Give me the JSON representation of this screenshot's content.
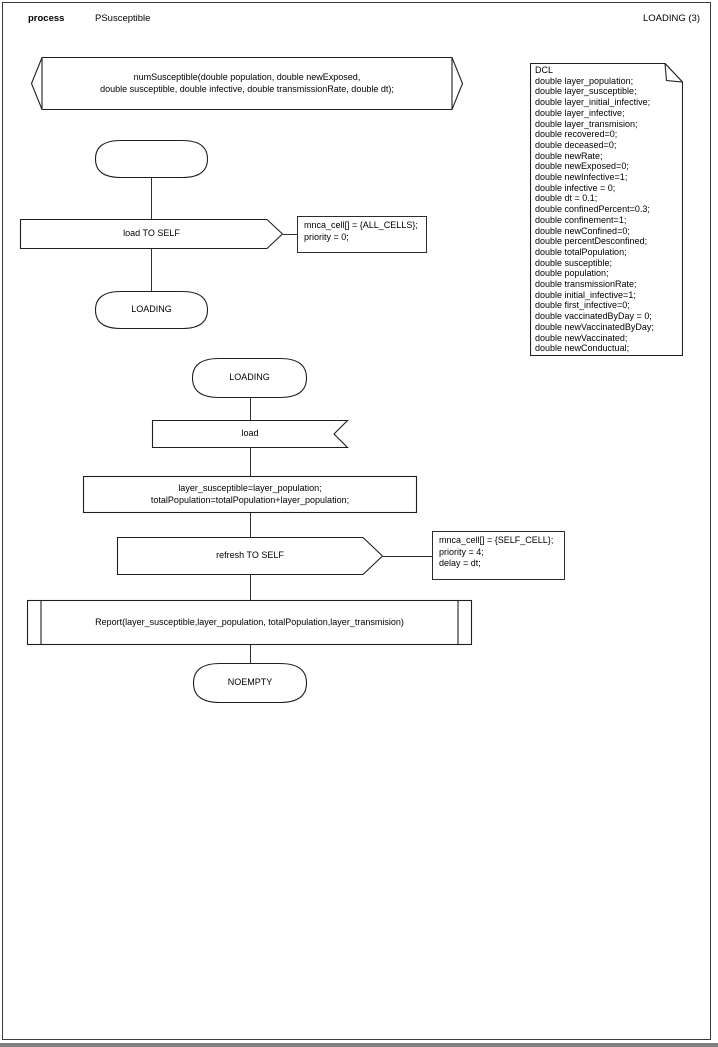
{
  "header": {
    "kind_label": "process",
    "process_name": "PSusceptible",
    "page_label": "LOADING (3)"
  },
  "diagram": {
    "procedure_signature": {
      "text": "numSusceptible(double population, double newExposed,\ndouble susceptible, double infective, double transmissionRate, double dt);"
    },
    "state_start_blank": {
      "label": ""
    },
    "send_load": {
      "label": "load TO SELF"
    },
    "annotation_load": {
      "text": "mnca_cell[] = {ALL_CELLS};\npriority = 0;"
    },
    "state_loading_end": {
      "label": "LOADING"
    },
    "state_loading_start": {
      "label": "LOADING"
    },
    "receive_load": {
      "label": "load"
    },
    "task_assign": {
      "text": "layer_susceptible=layer_population;\ntotalPopulation=totalPopulation+layer_population;"
    },
    "send_refresh": {
      "label": "refresh TO SELF"
    },
    "annotation_refresh": {
      "text": "mnca_cell[] = {SELF_CELL};\npriority = 4;\ndelay = dt;"
    },
    "procedure_call_report": {
      "label": "Report(layer_susceptible,layer_population, totalPopulation,layer_transmision)"
    },
    "state_noempty": {
      "label": "NOEMPTY"
    },
    "dcl_block": {
      "text": "DCL\ndouble layer_population;\ndouble layer_susceptible;\ndouble layer_initial_infective;\ndouble layer_infective;\ndouble layer_transmision;\ndouble recovered=0;\ndouble deceased=0;\ndouble newRate;\ndouble newExposed=0;\ndouble newInfective=1;\ndouble infective = 0;\ndouble dt = 0.1;\ndouble confinedPercent=0.3;\ndouble confinement=1;\ndouble newConfined=0;\ndouble percentDesconfined;\ndouble totalPopulation;\ndouble susceptible;\ndouble population;\ndouble transmissionRate;\ndouble initial_infective=1;\ndouble first_infective=0;\ndouble vaccinatedByDay = 0;\ndouble newVaccinatedByDay;\ndouble newVaccinated;\ndouble newConductual;"
    }
  },
  "colors": {
    "background": "#ffffff",
    "line": "#1f1f1f",
    "frame": "#3a3a3a",
    "page_shadow": "#7f7f7f",
    "text": "#000000"
  }
}
